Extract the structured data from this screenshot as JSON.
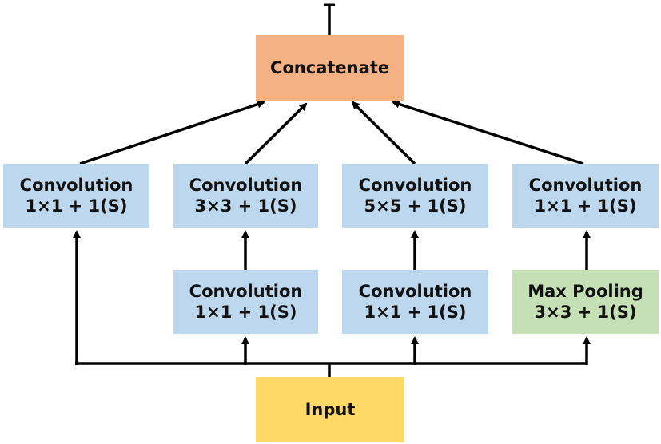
{
  "colors": {
    "convolution": "#bdd7ee",
    "pooling": "#c5e0b4",
    "concatenate": "#f4b183",
    "input": "#ffd966",
    "arrow": "#000000"
  },
  "nodes": {
    "concatenate": {
      "label": "Concatenate"
    },
    "input": {
      "label": "Input"
    },
    "top_row": [
      {
        "title": "Convolution",
        "detail": "1×1 + 1(S)"
      },
      {
        "title": "Convolution",
        "detail": "3×3 + 1(S)"
      },
      {
        "title": "Convolution",
        "detail": "5×5 + 1(S)"
      },
      {
        "title": "Convolution",
        "detail": "1×1 + 1(S)"
      }
    ],
    "bottom_row": [
      {
        "title": "Convolution",
        "detail": "1×1 + 1(S)"
      },
      {
        "title": "Convolution",
        "detail": "1×1 + 1(S)"
      },
      {
        "title": "Max Pooling",
        "detail": "3×3 + 1(S)"
      }
    ]
  },
  "edges": [
    {
      "from": "input",
      "to": "top_row.0"
    },
    {
      "from": "input",
      "to": "bottom_row.0"
    },
    {
      "from": "input",
      "to": "bottom_row.1"
    },
    {
      "from": "input",
      "to": "bottom_row.2"
    },
    {
      "from": "bottom_row.0",
      "to": "top_row.1"
    },
    {
      "from": "bottom_row.1",
      "to": "top_row.2"
    },
    {
      "from": "bottom_row.2",
      "to": "top_row.3"
    },
    {
      "from": "top_row.0",
      "to": "concatenate"
    },
    {
      "from": "top_row.1",
      "to": "concatenate"
    },
    {
      "from": "top_row.2",
      "to": "concatenate"
    },
    {
      "from": "top_row.3",
      "to": "concatenate"
    },
    {
      "from": "concatenate",
      "to": "output"
    }
  ]
}
